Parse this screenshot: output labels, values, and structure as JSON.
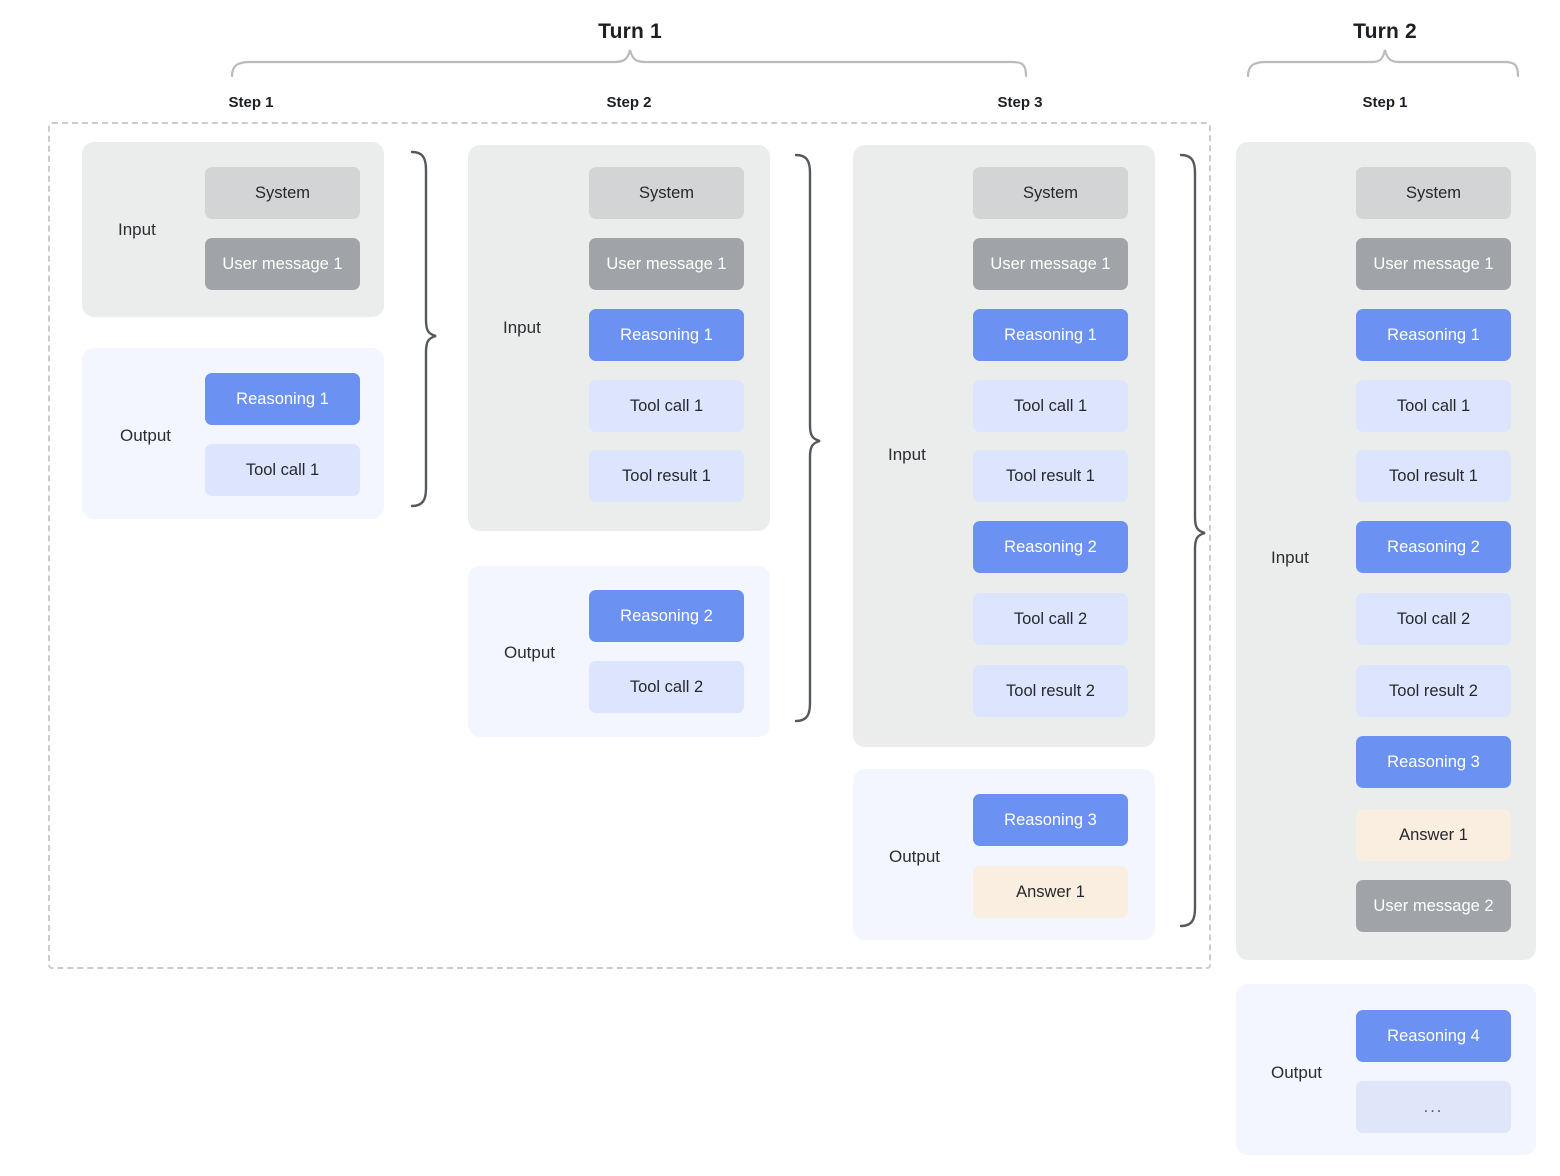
{
  "diagram": {
    "title_turn1": "Turn 1",
    "title_turn2": "Turn 2",
    "labels": {
      "input": "Input",
      "output": "Output",
      "step1": "Step 1",
      "step2": "Step 2",
      "step3": "Step 3"
    },
    "colors": {
      "system": "#d2d4d6",
      "user": "#a0a4a8",
      "reasoning": "#6b92f2",
      "tool": "#dce5fd",
      "answer": "#f9eedf",
      "ellipsis": "#dfe6fa",
      "input_panel": "#ebecec",
      "output_panel": "#f3f6fe",
      "dashed_border": "#c9cbce",
      "brace": "#55595e"
    }
  },
  "turns": [
    {
      "name": "Turn 1",
      "steps": [
        {
          "name": "Step 1",
          "input": [
            "System",
            "User message 1"
          ],
          "output": [
            "Reasoning 1",
            "Tool call 1"
          ]
        },
        {
          "name": "Step 2",
          "input": [
            "System",
            "User message 1",
            "Reasoning 1",
            "Tool call 1",
            "Tool result 1"
          ],
          "output": [
            "Reasoning 2",
            "Tool call 2"
          ]
        },
        {
          "name": "Step 3",
          "input": [
            "System",
            "User message 1",
            "Reasoning 1",
            "Tool call 1",
            "Tool result 1",
            "Reasoning 2",
            "Tool call 2",
            "Tool result 2"
          ],
          "output": [
            "Reasoning 3",
            "Answer 1"
          ]
        }
      ]
    },
    {
      "name": "Turn 2",
      "steps": [
        {
          "name": "Step 1",
          "input": [
            "System",
            "User message 1",
            "Reasoning 1",
            "Tool call 1",
            "Tool result 1",
            "Reasoning 2",
            "Tool call 2",
            "Tool result 2",
            "Reasoning 3",
            "Answer 1",
            "User message 2"
          ],
          "output": [
            "Reasoning 4",
            "..."
          ]
        }
      ]
    }
  ],
  "chips": {
    "t1s1_in": [
      "System",
      "User message 1"
    ],
    "t1s1_out": [
      "Reasoning 1",
      "Tool call 1"
    ],
    "t1s2_in": [
      "System",
      "User message 1",
      "Reasoning 1",
      "Tool call 1",
      "Tool result 1"
    ],
    "t1s2_out": [
      "Reasoning 2",
      "Tool call 2"
    ],
    "t1s3_in": [
      "System",
      "User message 1",
      "Reasoning 1",
      "Tool call 1",
      "Tool result 1",
      "Reasoning 2",
      "Tool call 2",
      "Tool result 2"
    ],
    "t1s3_out": [
      "Reasoning 3",
      "Answer 1"
    ],
    "t2s1_in": [
      "System",
      "User message 1",
      "Reasoning 1",
      "Tool call 1",
      "Tool result 1",
      "Reasoning 2",
      "Tool call 2",
      "Tool result 2",
      "Reasoning 3",
      "Answer 1",
      "User message 2"
    ],
    "t2s1_out": [
      "Reasoning 4",
      "..."
    ]
  }
}
